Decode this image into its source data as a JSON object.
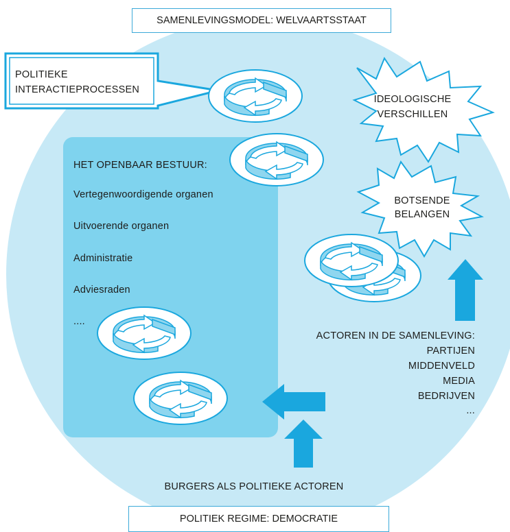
{
  "title_top": "SAMENLEVINGSMODEL: WELVAARTSSTAAT",
  "title_bottom": "POLITIEK REGIME: DEMOCRATIE",
  "callout": {
    "line1": "POLITIEKE",
    "line2": "INTERACTIEPROCESSEN"
  },
  "star_ideological": {
    "line1": "IDEOLOGISCHE",
    "line2": "VERSCHILLEN"
  },
  "star_interests": {
    "line1": "BOTSENDE",
    "line2": "BELANGEN"
  },
  "government": {
    "heading": "HET OPENBAAR BESTUUR:",
    "items": [
      "Vertegenwoordigende organen",
      "Uitvoerende organen",
      "Administratie",
      "Adviesraden",
      "...."
    ]
  },
  "actors": {
    "heading": "ACTOREN IN DE SAMENLEVING:",
    "items": [
      "PARTIJEN",
      "MIDDENVELD",
      "MEDIA",
      "BEDRIJVEN",
      "..."
    ]
  },
  "citizens": "BURGERS ALS POLITIEKE ACTOREN",
  "colors": {
    "circle": "#c7e9f6",
    "panel": "#7fd3ee",
    "accent": "#1aa7de",
    "ring": "#8fd6ef",
    "border": "#3ba9d8"
  }
}
